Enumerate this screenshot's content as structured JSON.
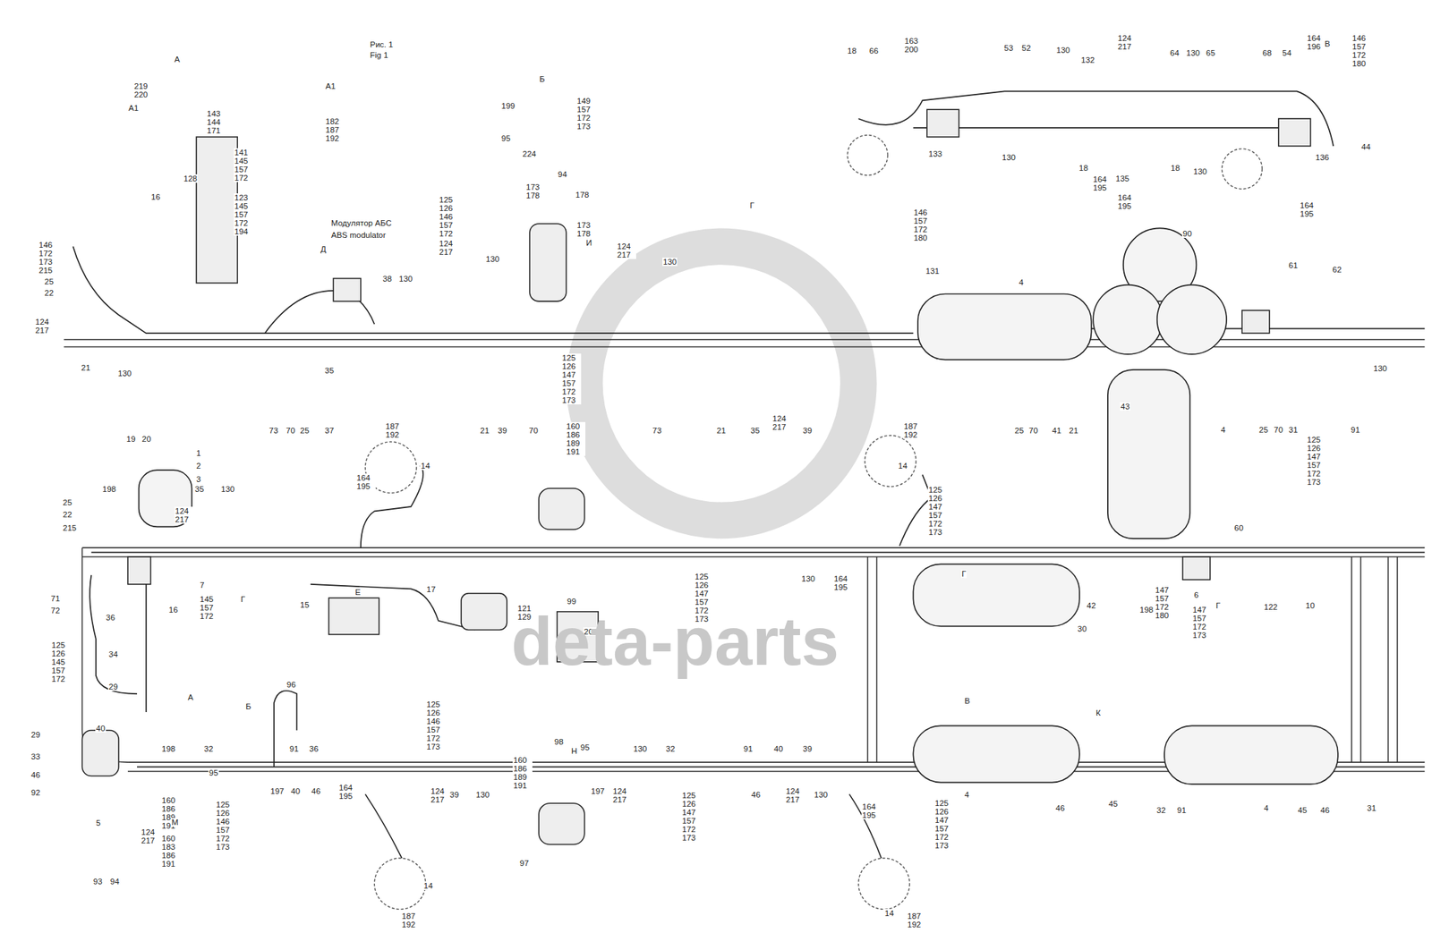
{
  "diagram": {
    "labels": [
      "Рис. 1",
      "Fig 1",
      "А",
      "219 220",
      "А1",
      "143 144 171",
      "А1",
      "182 187 192",
      "Б",
      "199",
      "95",
      "224",
      "149 157 172 173",
      "94",
      "141 145 157 172",
      "128",
      "16",
      "123 145 157 172 194",
      "Модулятор АБС",
      "ABS modulator",
      "173 178",
      "178",
      "173 178",
      "И",
      "125 126 146 157 172 173",
      "Г",
      "146 172 173 215",
      "25",
      "22",
      "124 217",
      "21",
      "130",
      "Д",
      "38",
      "130",
      "124 217",
      "130",
      "124 217",
      "130",
      "35",
      "125 126 147 157 172 173",
      "73",
      "70",
      "25",
      "37",
      "21",
      "39",
      "70",
      "73",
      "21",
      "35",
      "124 217",
      "39",
      "18",
      "66",
      "163 200",
      "53",
      "52",
      "130",
      "132",
      "124 217",
      "64",
      "130",
      "65",
      "68",
      "54",
      "164 196",
      "В",
      "146 157 172 180",
      "133",
      "130",
      "18",
      "164 195",
      "135",
      "164 195",
      "18",
      "130",
      "136",
      "164 195",
      "44",
      "146 157 172 180",
      "131",
      "4",
      "90",
      "61",
      "62",
      "130",
      "25",
      "70",
      "41",
      "21",
      "43",
      "25",
      "70",
      "31",
      "125 126 147 157 172 173",
      "91",
      "4",
      "19",
      "20",
      "1",
      "2",
      "3",
      "198",
      "25",
      "22",
      "215",
      "35",
      "130",
      "124 217",
      "187 192",
      "14",
      "164 195",
      "160 186 189 191",
      "187 192",
      "14",
      "125 126 147 157 172 173",
      "130",
      "164 195",
      "125 126 147 157 172 173",
      "71",
      "72",
      "16",
      "36",
      "7",
      "145 157 172",
      "Г",
      "125 126 145 157 172",
      "34",
      "Е",
      "15",
      "17",
      "121 129",
      "99",
      "205",
      "42",
      "30",
      "198",
      "60",
      "6",
      "147 157 172 180",
      "147 157 172 173",
      "Г",
      "122",
      "10",
      "Г",
      "В",
      "К",
      "29",
      "А",
      "Б",
      "96",
      "29",
      "40",
      "33",
      "46",
      "92",
      "198",
      "32",
      "95",
      "91",
      "36",
      "197",
      "40",
      "46",
      "164 195",
      "125 126 146 157 172 173",
      "125 126 146 157 172 173",
      "160 186 189 191",
      "98",
      "Н",
      "95",
      "197",
      "97",
      "130",
      "32",
      "91",
      "40",
      "39",
      "124 217",
      "39",
      "130",
      "124 217",
      "125 126 147 157 172 173",
      "46",
      "124 217",
      "130",
      "164 195",
      "125 126 147 157 172 173",
      "14",
      "160 186 189 191",
      "160 183 186 191",
      "М",
      "93",
      "94",
      "5",
      "124 217",
      "187 192",
      "14",
      "187 192",
      "46",
      "45",
      "32",
      "91",
      "4",
      "45",
      "46",
      "31",
      "4",
      "deta-parts"
    ]
  }
}
